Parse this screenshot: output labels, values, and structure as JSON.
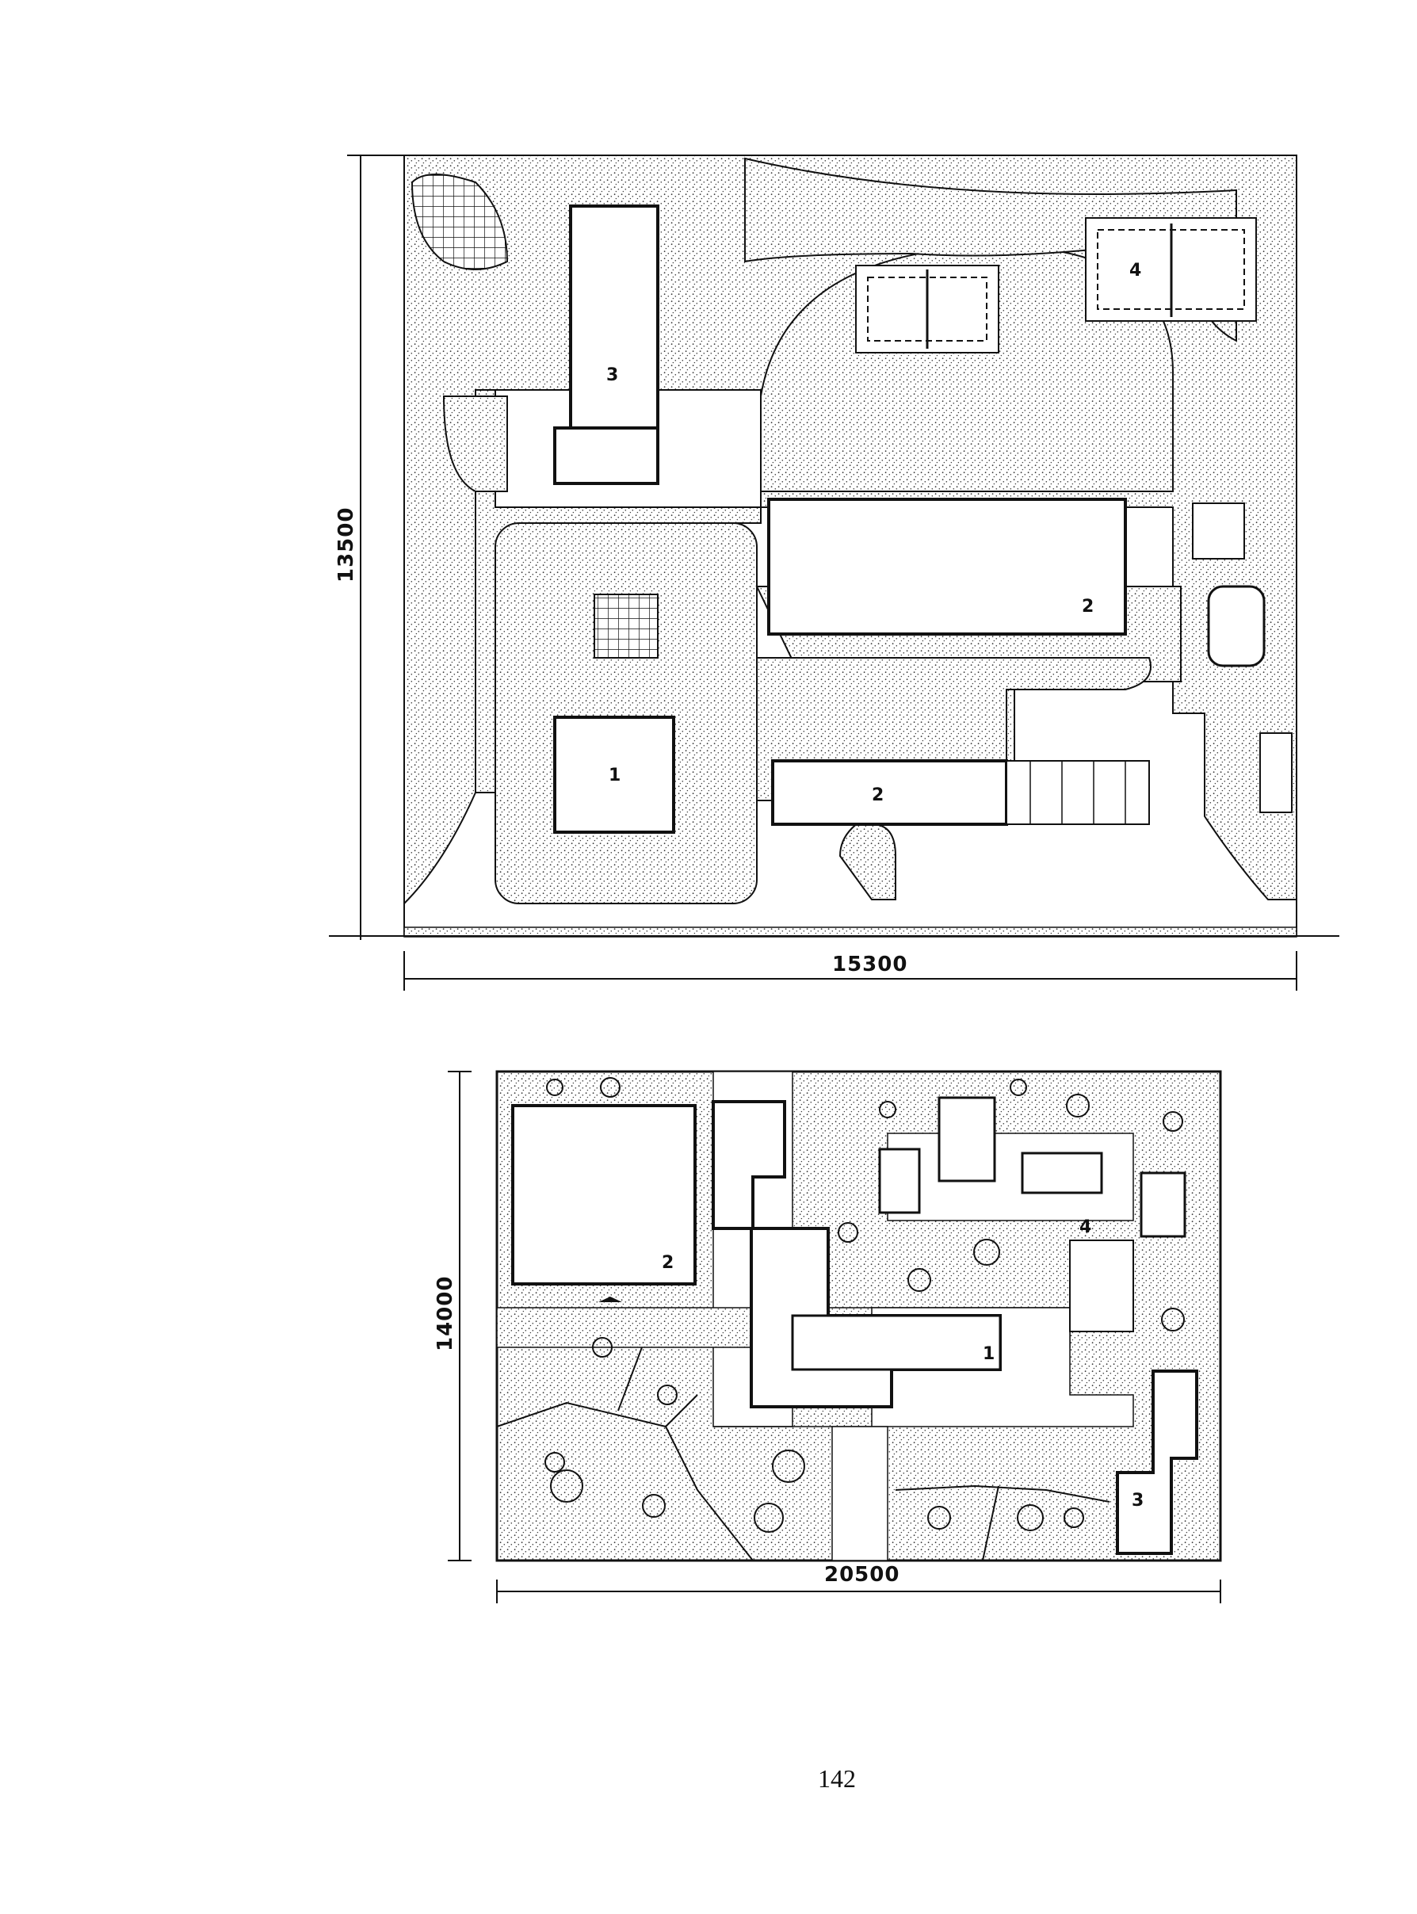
{
  "plans": [
    {
      "id": "upper",
      "width_label": "15300",
      "height_label": "13500",
      "building_labels": [
        "1",
        "2",
        "2",
        "3",
        "4"
      ]
    },
    {
      "id": "lower",
      "width_label": "20500",
      "height_label": "14000",
      "building_labels": [
        "1",
        "2",
        "3",
        "4"
      ]
    }
  ],
  "page_number": "142",
  "colors": {
    "ink": "#111111",
    "paper": "#ffffff",
    "stipple": "#3a3a3a"
  }
}
